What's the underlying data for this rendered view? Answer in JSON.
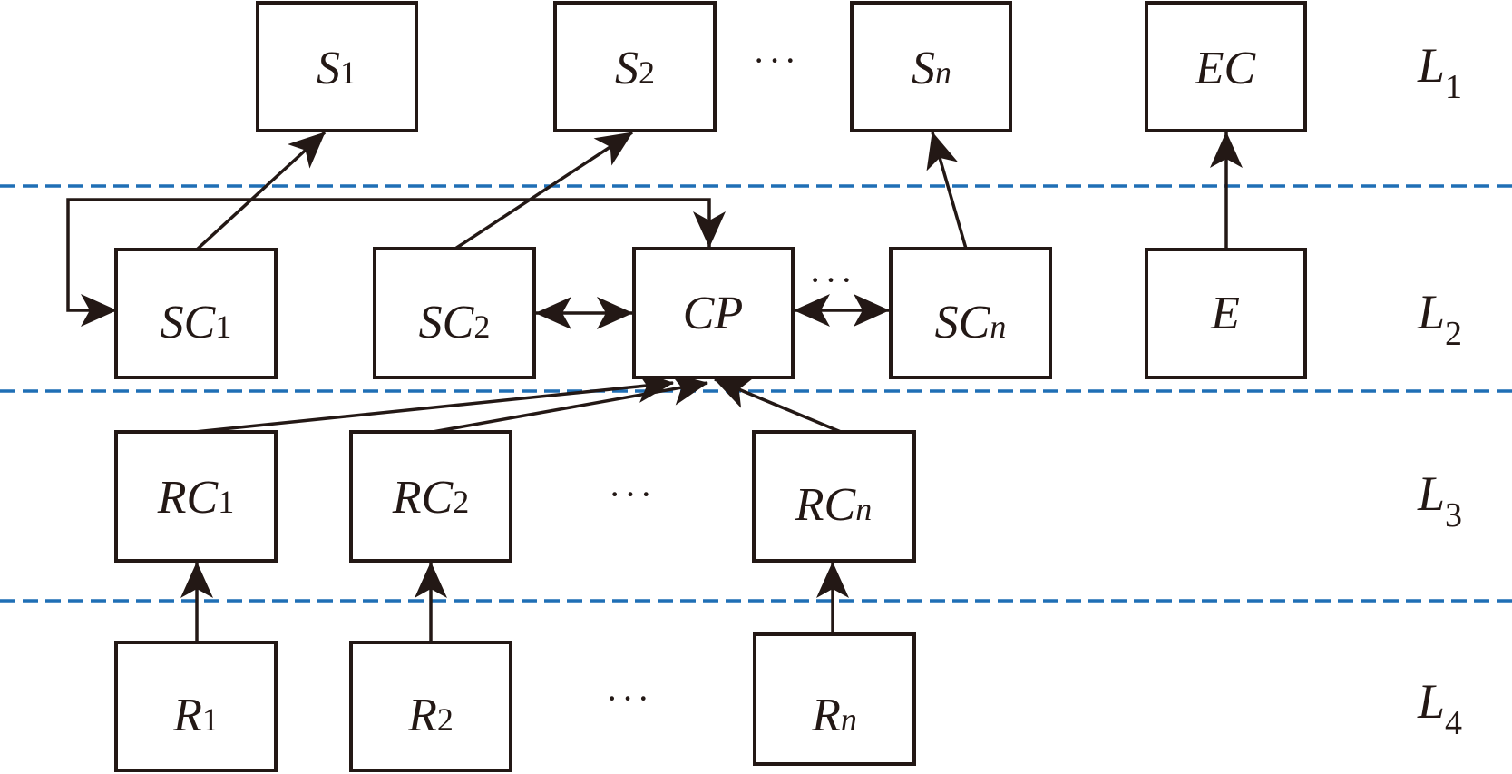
{
  "diagram": {
    "nodes": {
      "S1": {
        "base": "S",
        "sub": "1"
      },
      "S2": {
        "base": "S",
        "sub": "2"
      },
      "Sn": {
        "base": "S",
        "sub": "n"
      },
      "EC": {
        "base": "EC",
        "sub": ""
      },
      "SC1": {
        "base": "SC",
        "sub": "1"
      },
      "SC2": {
        "base": "SC",
        "sub": "2"
      },
      "CP": {
        "base": "CP",
        "sub": ""
      },
      "SCn": {
        "base": "SC",
        "sub": "n"
      },
      "E": {
        "base": "E",
        "sub": ""
      },
      "RC1": {
        "base": "RC",
        "sub": "1"
      },
      "RC2": {
        "base": "RC",
        "sub": "2"
      },
      "RCn": {
        "base": "RC",
        "sub": "n"
      },
      "R1": {
        "base": "R",
        "sub": "1"
      },
      "R2": {
        "base": "R",
        "sub": "2"
      },
      "Rn": {
        "base": "R",
        "sub": "n"
      }
    },
    "layers": [
      {
        "base": "L",
        "sub": "1"
      },
      {
        "base": "L",
        "sub": "2"
      },
      {
        "base": "L",
        "sub": "3"
      },
      {
        "base": "L",
        "sub": "4"
      }
    ],
    "ellipsis": "···",
    "edges": [
      {
        "from": "SC1",
        "to": "S1",
        "type": "directed"
      },
      {
        "from": "SC2",
        "to": "S2",
        "type": "directed"
      },
      {
        "from": "SCn",
        "to": "Sn",
        "type": "directed"
      },
      {
        "from": "E",
        "to": "EC",
        "type": "directed"
      },
      {
        "from": "SC1",
        "to": "CP",
        "type": "loop-bidirectional"
      },
      {
        "from": "SC2",
        "to": "CP",
        "type": "bidirectional"
      },
      {
        "from": "CP",
        "to": "SCn",
        "type": "bidirectional"
      },
      {
        "from": "RC1",
        "to": "CP",
        "type": "directed"
      },
      {
        "from": "RC2",
        "to": "CP",
        "type": "directed"
      },
      {
        "from": "RCn",
        "to": "CP",
        "type": "directed"
      },
      {
        "from": "R1",
        "to": "RC1",
        "type": "directed"
      },
      {
        "from": "R2",
        "to": "RC2",
        "type": "directed"
      },
      {
        "from": "Rn",
        "to": "RCn",
        "type": "directed"
      }
    ],
    "colors": {
      "stroke": "#231815",
      "divider": "#1f6fb5"
    }
  }
}
